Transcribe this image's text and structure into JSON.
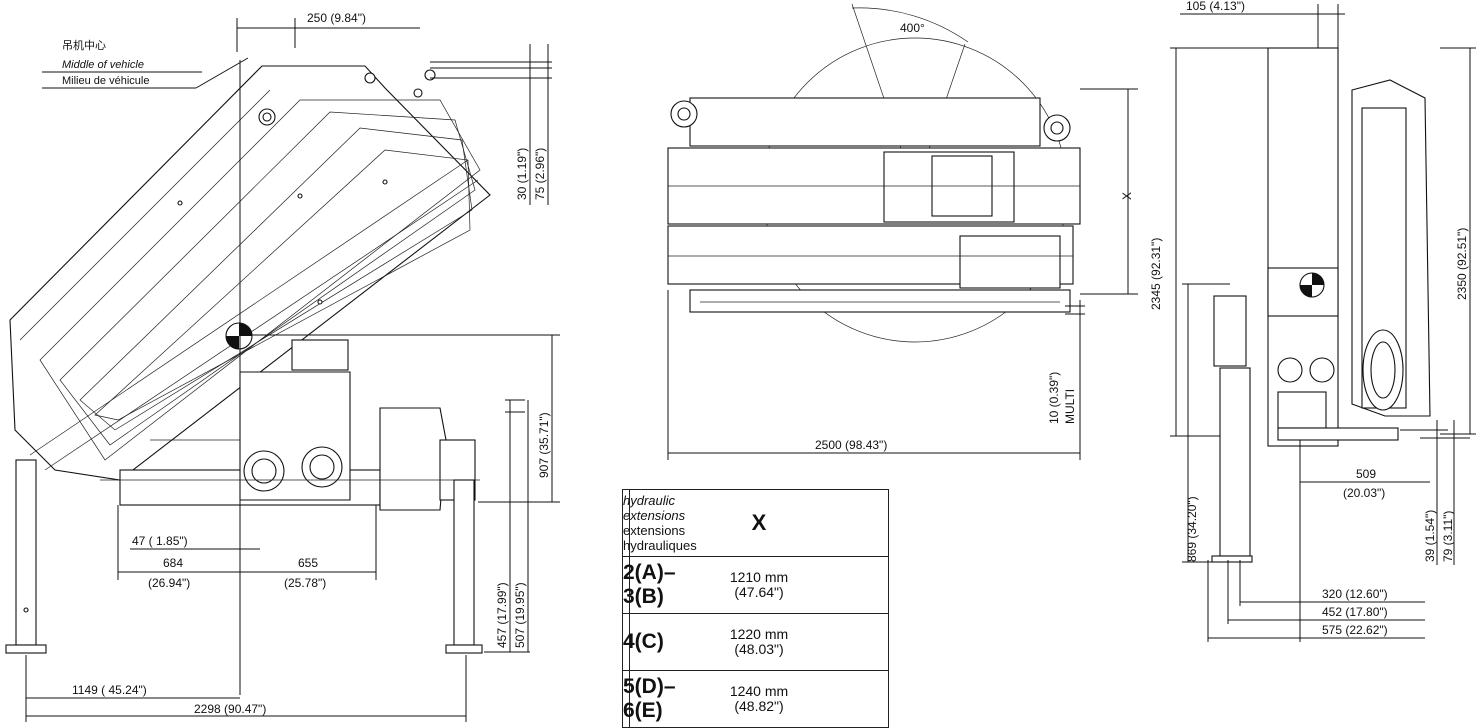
{
  "middle_label": {
    "zh": "吊机中心",
    "en": "Middle of vehicle",
    "fr": "Milieu de véhicule"
  },
  "dimensions": {
    "top_offset": "250   (9.84\")",
    "tip_30": "30   (1.19\")",
    "tip_75": "75   (2.96\")",
    "height_907": "907   (35.71\")",
    "h_457": "457   (17.99\")",
    "h_507": "507   (19.95\")",
    "d_47": "47 ( 1.85\")",
    "d_684": "684",
    "d_684_in": "(26.94\")",
    "d_655": "655",
    "d_655_in": "(25.78\")",
    "d_1149": "1149 (  45.24\")",
    "d_2298": "2298   (90.47\")",
    "slew": "400°",
    "x_label": "X",
    "width_2500": "2500   (98.43\")",
    "multi_10": "10   (0.39\")",
    "multi_label": "MULTI",
    "top_105": "105   (4.13\")",
    "h_2345": "2345   (92.31\")",
    "h_2350": "2350   (92.51\")",
    "h_869": "869   (34.20\")",
    "d_509": "509",
    "d_509_in": "(20.03\")",
    "h_39": "39   (1.54\")",
    "h_79": "79   (3.11\")",
    "d_320": "320   (12.60\")",
    "d_452": "452   (17.80\")",
    "d_575": "575   (22.62\")"
  },
  "table": {
    "header_it": "hydraulic extensions",
    "header_fr": "extensions hydrauliques",
    "header_x": "X",
    "rows": [
      {
        "label": "2(A)–3(B)",
        "mm": "1210 mm",
        "inch": "(47.64\")"
      },
      {
        "label": "4(C)",
        "mm": "1220 mm",
        "inch": "(48.03\")"
      },
      {
        "label": "5(D)–6(E)",
        "mm": "1240 mm",
        "inch": "(48.82\")"
      }
    ]
  }
}
